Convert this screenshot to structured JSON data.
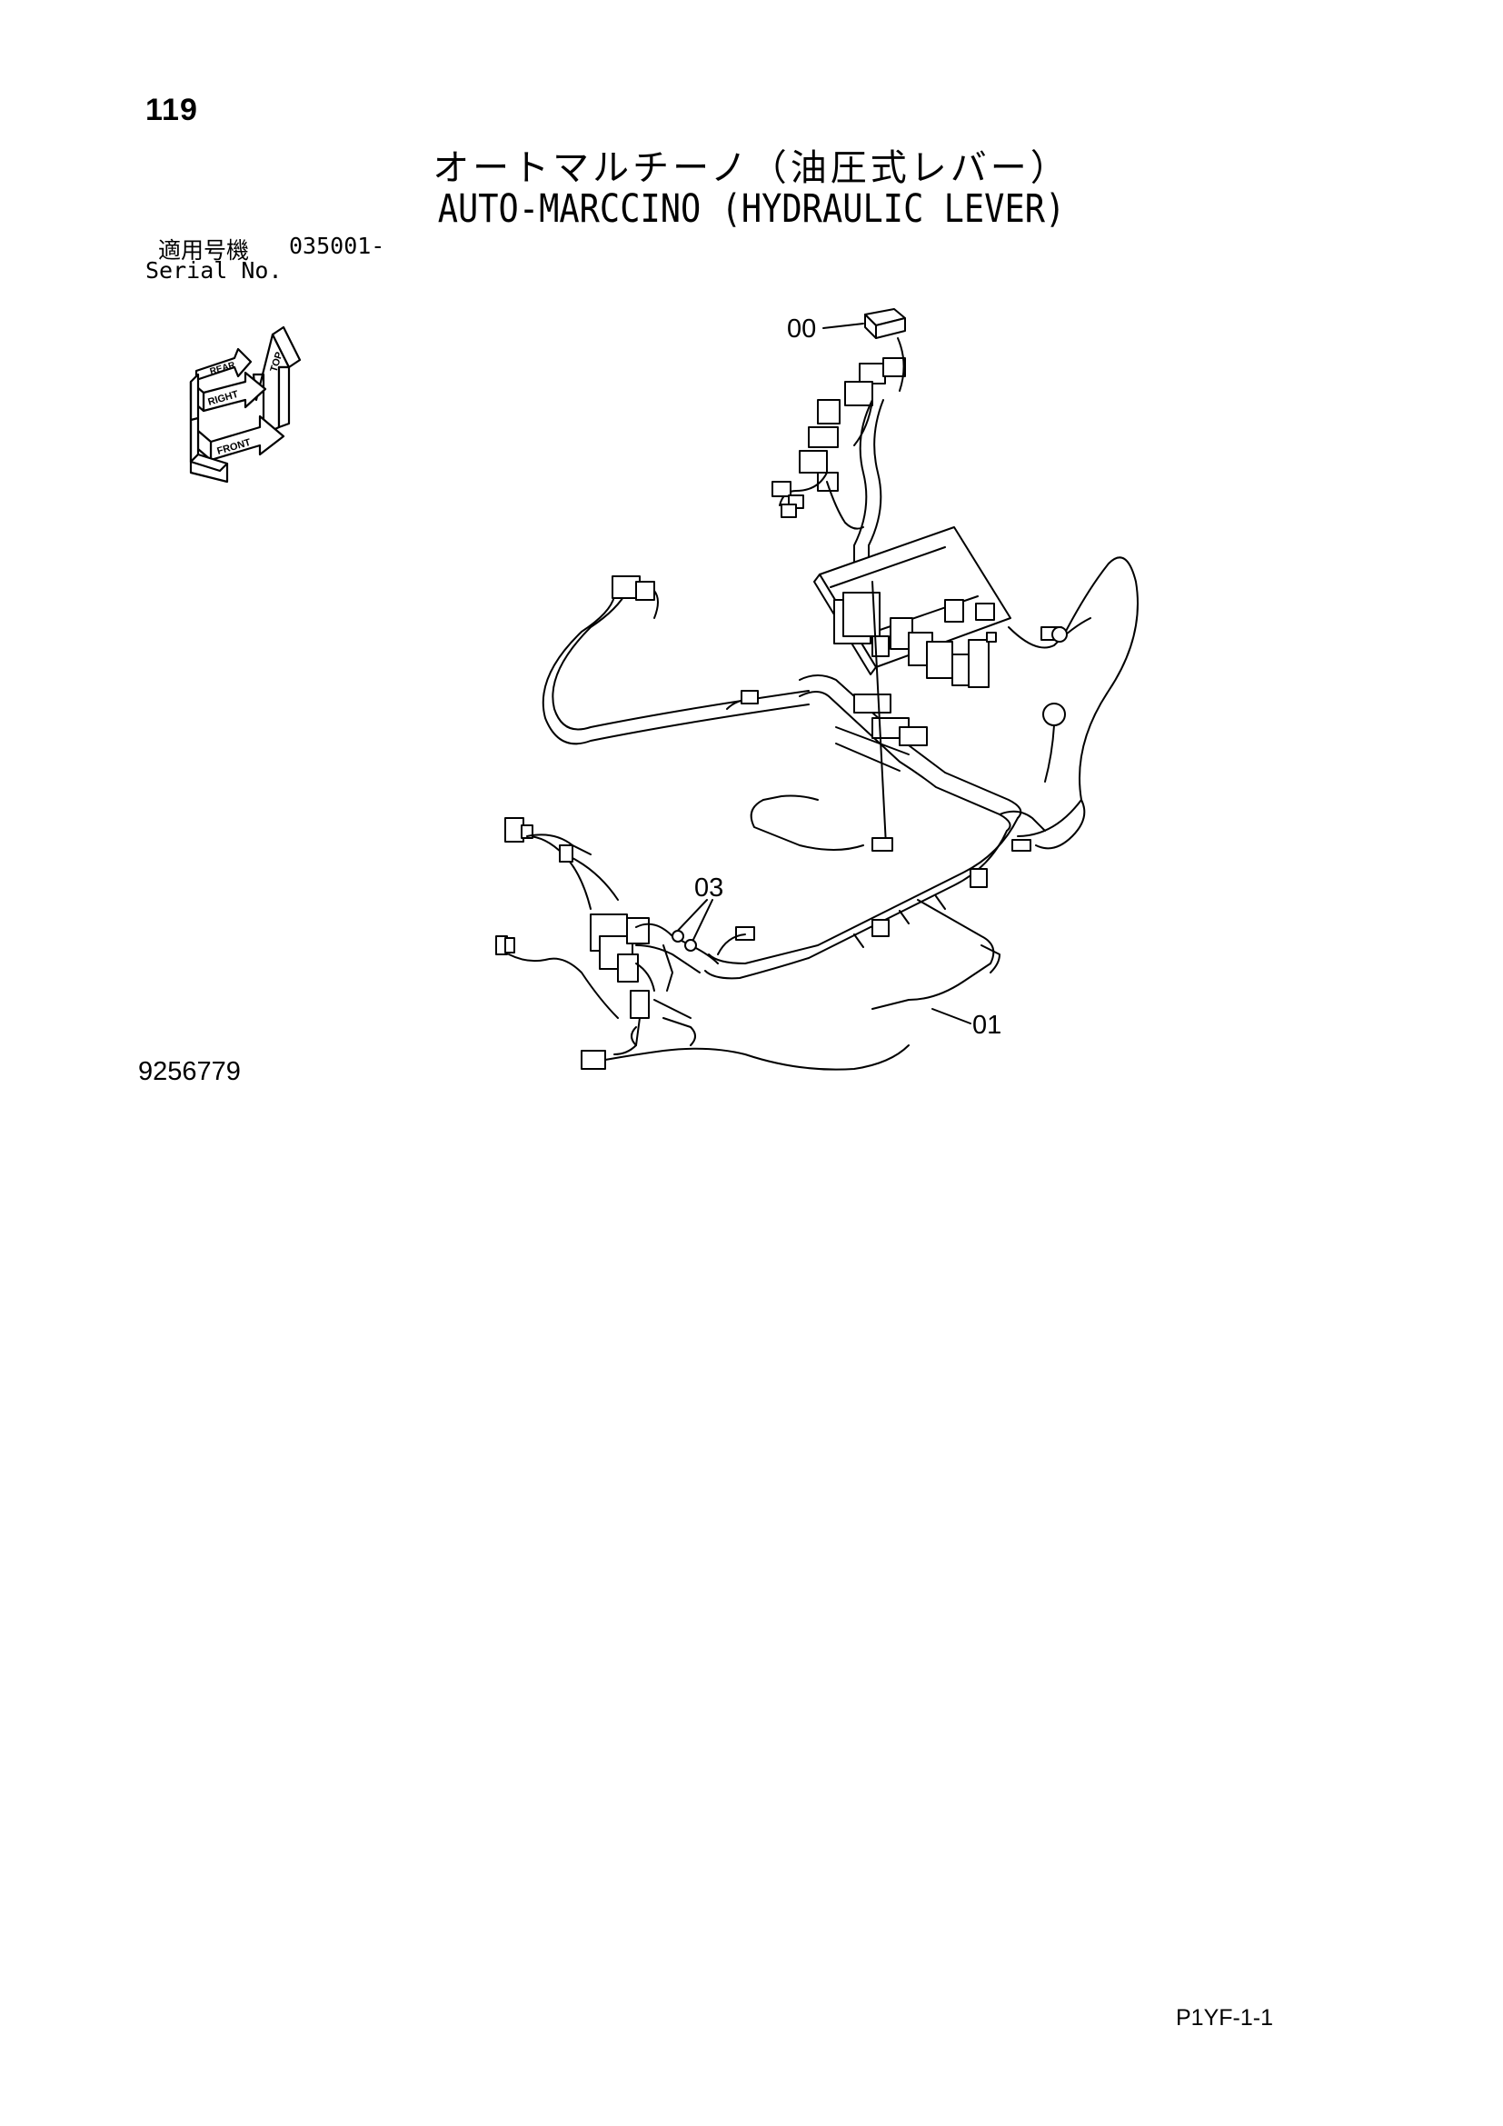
{
  "header": {
    "page_number": "119",
    "title_jp": "オートマルチーノ（油圧式レバー）",
    "title_en": "AUTO-MARCCINO (HYDRAULIC LEVER)"
  },
  "serial": {
    "label_jp": "適用号機",
    "value": "035001-",
    "label_en": "Serial No."
  },
  "orientation_indicator": {
    "labels": [
      "TOP",
      "REAR",
      "RIGHT",
      "FRONT"
    ]
  },
  "diagram": {
    "callouts": [
      "00",
      "03",
      "01"
    ]
  },
  "footer": {
    "drawing_number": "9256779",
    "page_code": "P1YF-1-1"
  }
}
